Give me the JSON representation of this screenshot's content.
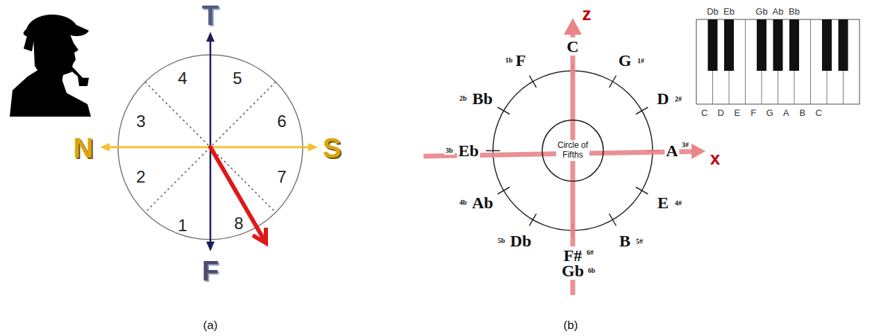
{
  "diagram": {
    "nodes": [
      {
        "text": [
          "Circle of Fifths"
        ]
      }
    ],
    "labels": [
      "T",
      "F",
      "N",
      "S",
      "1",
      "2",
      "3",
      "4",
      "5",
      "6",
      "7",
      "8",
      "(a)",
      "z",
      "x",
      "C",
      "G",
      "1#",
      "D",
      "2#",
      "A",
      "3#",
      "E",
      "4#",
      "B",
      "5#",
      "F#",
      "6#",
      "Gb",
      "6b",
      "Db",
      "5b",
      "Ab",
      "4b",
      "Eb",
      "3b",
      "Bb",
      "2b",
      "F",
      "1b",
      "Db",
      "Eb",
      "Gb",
      "Ab",
      "Bb",
      "C",
      "D",
      "E",
      "F",
      "G",
      "A",
      "B",
      "C",
      "(b)"
    ]
  }
}
